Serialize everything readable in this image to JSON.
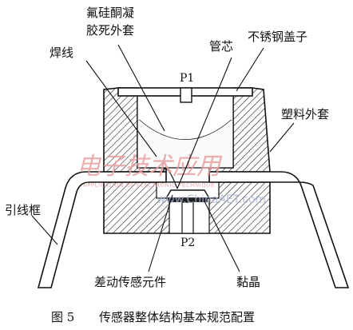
{
  "labels": {
    "gel_line1": "氟硅酮凝",
    "gel_line2": "胶死外套",
    "bond_wire": "焊线",
    "tube_core": "管芯",
    "steel_cap": "不锈钢盖子",
    "plastic_housing": "塑料外套",
    "lead_frame": "引线框",
    "diff_sensor": "差动传感元件",
    "die_attach": "黏晶",
    "port_p1": "P1",
    "port_p2": "P2"
  },
  "watermark": {
    "title": "电子技术应用",
    "subtitle": "APPLICATION OF ELECTRONIC TECHNIQUE",
    "url": "www.ChinaAET.com"
  },
  "caption": {
    "number": "图 5",
    "text": "传感器整体结构基本规范配置"
  }
}
